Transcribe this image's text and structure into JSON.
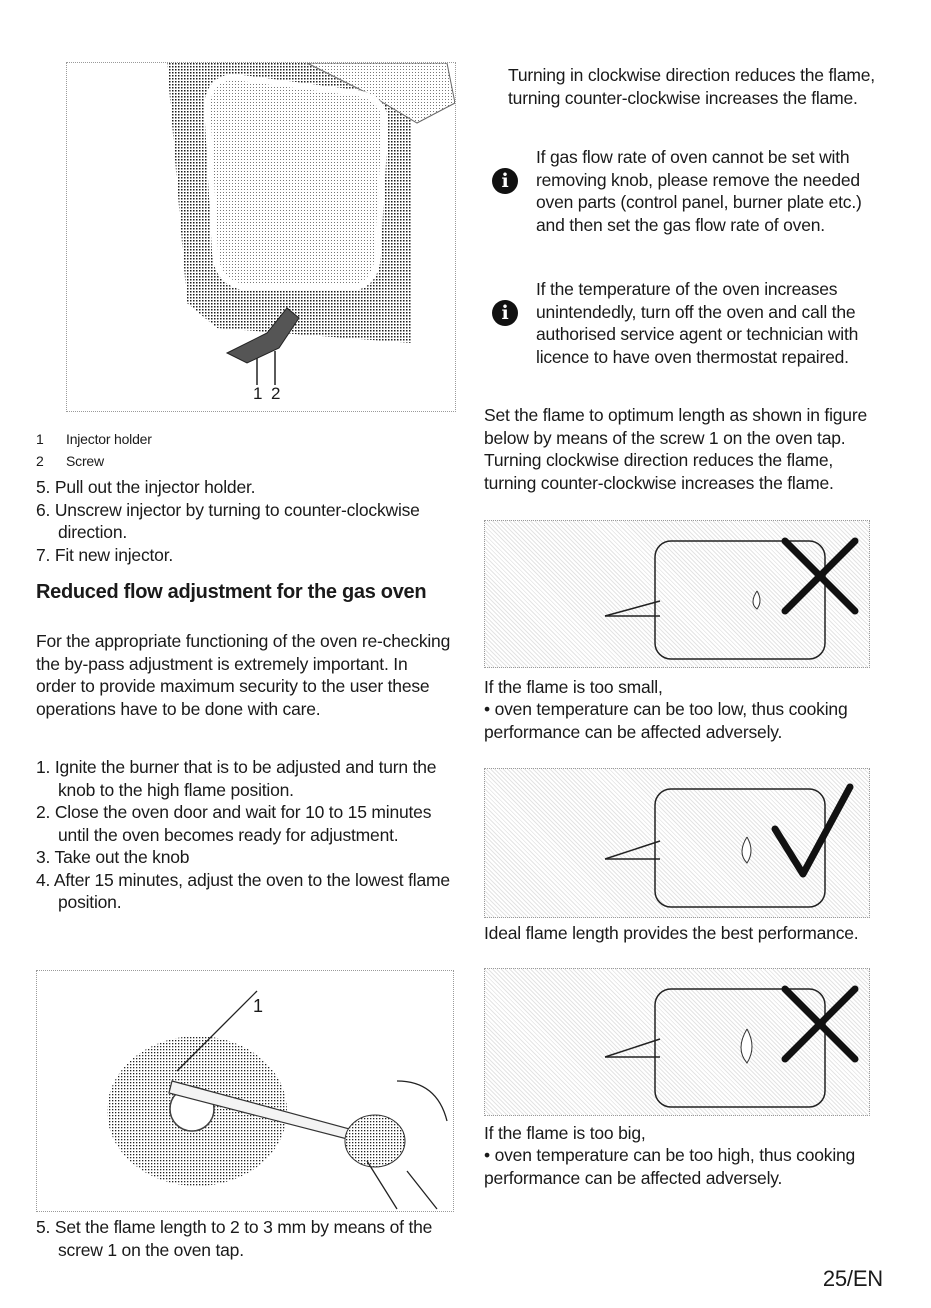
{
  "left": {
    "figure1": {
      "label_1": "1",
      "label_2": "2"
    },
    "legend": [
      {
        "num": "1",
        "text": "Injector holder"
      },
      {
        "num": "2",
        "text": "Screw"
      }
    ],
    "steps_a": [
      "5. Pull out the injector holder.",
      "6. Unscrew injector by turning to counter-clockwise direction.",
      "7. Fit new injector."
    ],
    "heading": "Reduced flow adjustment for the gas oven",
    "intro": "For the appropriate functioning of the oven re-checking the by-pass adjustment is extremely important. In order to provide maximum security to the user these operations have to be done with care.",
    "steps_b": [
      "1. Ignite the burner that is to be adjusted and turn the knob to the high flame position.",
      "2. Close the oven door and wait for 10 to 15 minutes until the oven becomes ready for adjustment.",
      "3. Take out the knob",
      "4. After 15 minutes, adjust the oven to the lowest flame position."
    ],
    "figure2": {
      "label_1": "1"
    },
    "step_c": "5. Set the flame length to 2 to 3 mm by means of the screw 1 on the oven tap."
  },
  "right": {
    "top_para": "Turning in clockwise direction reduces the flame, turning counter-clockwise increases the flame.",
    "note1": "If gas flow rate of oven cannot be set with removing knob, please remove the needed oven parts (control panel, burner plate etc.) and then set the gas flow rate of oven.",
    "note2": "If the temperature of the oven increases unintendedly, turn off the oven and call the authorised service agent or technician with licence to have oven thermostat repaired.",
    "set_para": "Set the flame to optimum length as shown in figure below by means of the screw 1 on the oven tap. Turning clockwise direction reduces the flame, turning counter-clockwise increases the flame.",
    "too_small": "If the flame is too small,",
    "too_small_detail": "• oven temperature can be too low, thus cooking performance can be affected adversely.",
    "ideal": "Ideal flame length provides the best performance.",
    "too_big": "If the flame is too big,",
    "too_big_detail": "• oven temperature can be too high, thus cooking performance can be affected adversely."
  },
  "icons": {
    "info": "i"
  },
  "footer": {
    "page": "25/EN"
  }
}
